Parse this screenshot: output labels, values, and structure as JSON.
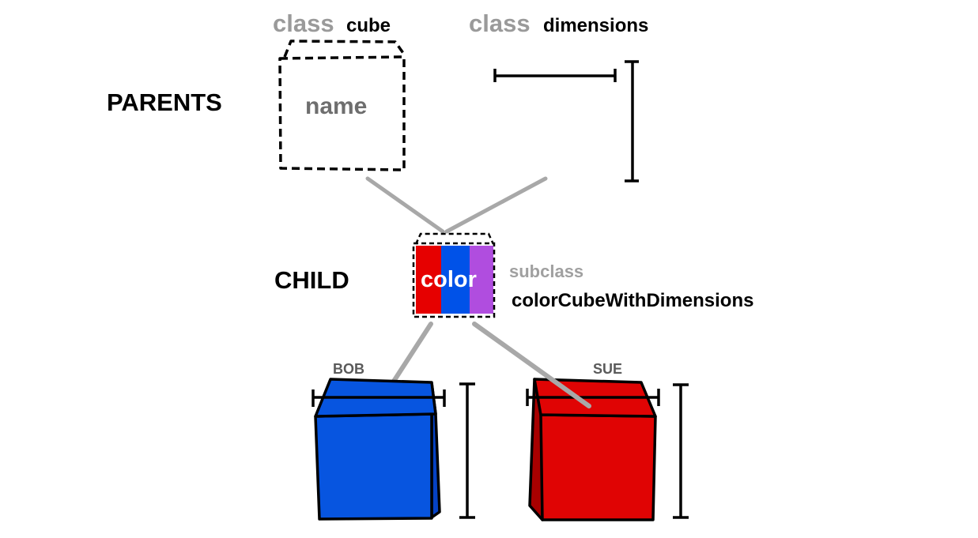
{
  "labels": {
    "parents": "PARENTS",
    "child": "CHILD"
  },
  "classes": {
    "keyword": "class",
    "cube": {
      "name": "cube",
      "field": "name"
    },
    "dimensions": {
      "name": "dimensions"
    }
  },
  "subclass": {
    "keyword": "subclass",
    "name": "colorCubeWithDimensions",
    "field": "color"
  },
  "instances": [
    {
      "name": "BOB"
    },
    {
      "name": "SUE"
    }
  ],
  "colors": {
    "red": "#e60000",
    "blue": "#0052e8",
    "purple": "#b04ddf",
    "bob_front": "#0755e0",
    "sue_front": "#e00404",
    "sue_side": "#a80000",
    "connector": "#a8a8a8",
    "stroke": "#000000"
  }
}
